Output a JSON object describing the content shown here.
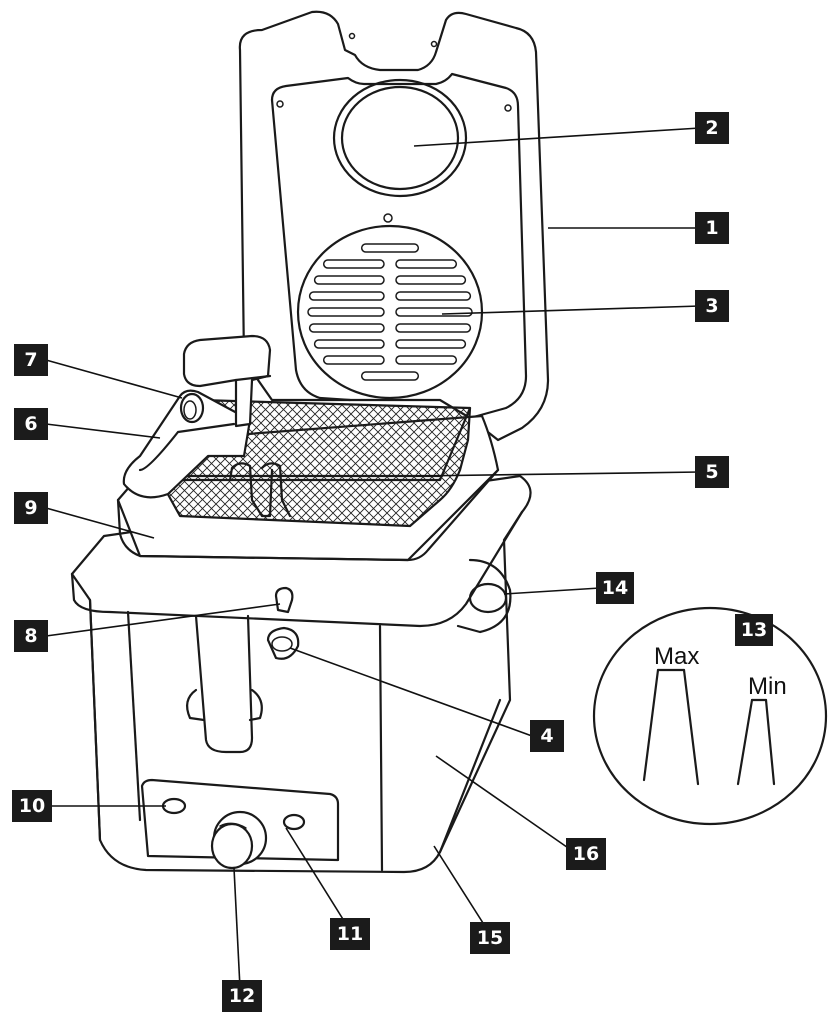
{
  "callouts": [
    "1",
    "2",
    "3",
    "4",
    "5",
    "6",
    "7",
    "8",
    "9",
    "10",
    "11",
    "12",
    "13",
    "14",
    "15",
    "16"
  ],
  "inset": {
    "max_label": "Max",
    "min_label": "Min"
  },
  "colors": {
    "badge": "#1b1b1b",
    "line": "#1a1a1a",
    "background": "#ffffff"
  }
}
